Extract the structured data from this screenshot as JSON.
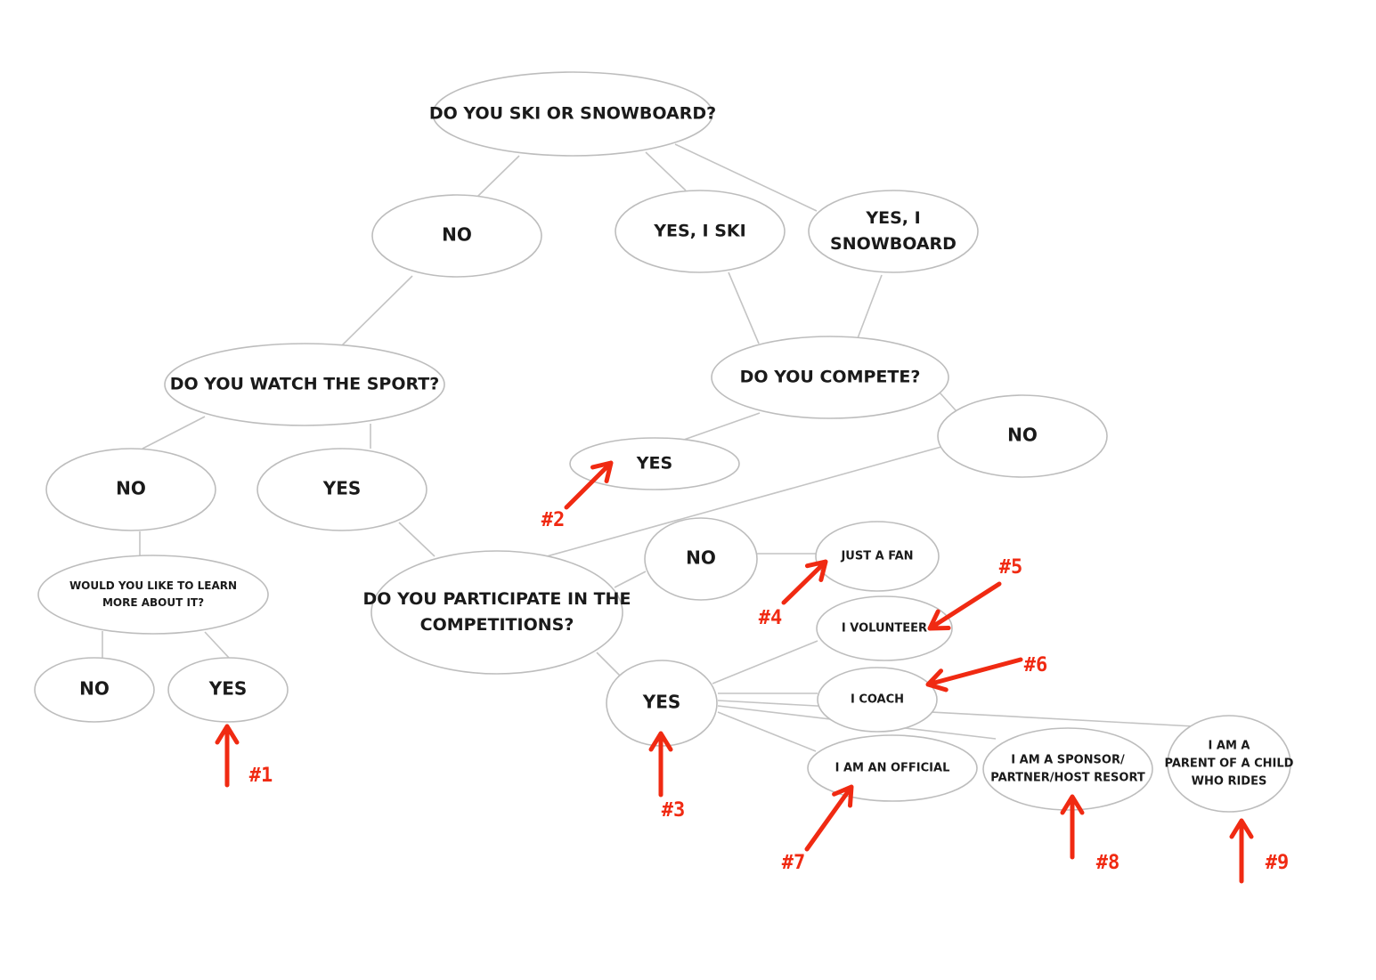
{
  "nodes": {
    "root": [
      "DO YOU SKI OR SNOWBOARD?"
    ],
    "no1": [
      "NO"
    ],
    "yes_ski": [
      "YES, I SKI"
    ],
    "yes_snow": [
      "YES, I",
      "SNOWBOARD"
    ],
    "watch": [
      "DO YOU WATCH THE SPORT?"
    ],
    "compete": [
      "DO YOU COMPETE?"
    ],
    "compete_yes": [
      "YES"
    ],
    "compete_no": [
      "NO"
    ],
    "watch_no": [
      "NO"
    ],
    "watch_yes": [
      "YES"
    ],
    "learn": [
      "WOULD YOU LIKE TO LEARN",
      "MORE ABOUT IT?"
    ],
    "learn_no": [
      "NO"
    ],
    "learn_yes": [
      "YES"
    ],
    "participate": [
      "DO YOU PARTICIPATE IN THE",
      "COMPETITIONS?"
    ],
    "part_no": [
      "NO"
    ],
    "fan": [
      "JUST A FAN"
    ],
    "part_yes": [
      "YES"
    ],
    "volunteer": [
      "I VOLUNTEER"
    ],
    "coach": [
      "I COACH"
    ],
    "official": [
      "I AM AN OFFICIAL"
    ],
    "sponsor": [
      "I AM A SPONSOR/",
      "PARTNER/HOST RESORT"
    ],
    "parent": [
      "I AM A",
      "PARENT OF A CHILD",
      "WHO RIDES"
    ]
  },
  "markers": [
    "#1",
    "#2",
    "#3",
    "#4",
    "#5",
    "#6",
    "#7",
    "#8",
    "#9"
  ],
  "colors": {
    "node_stroke": "#bdbdbd",
    "edge": "#c4c4c4",
    "text": "#1a1a1a",
    "marker": "#f02a12"
  }
}
